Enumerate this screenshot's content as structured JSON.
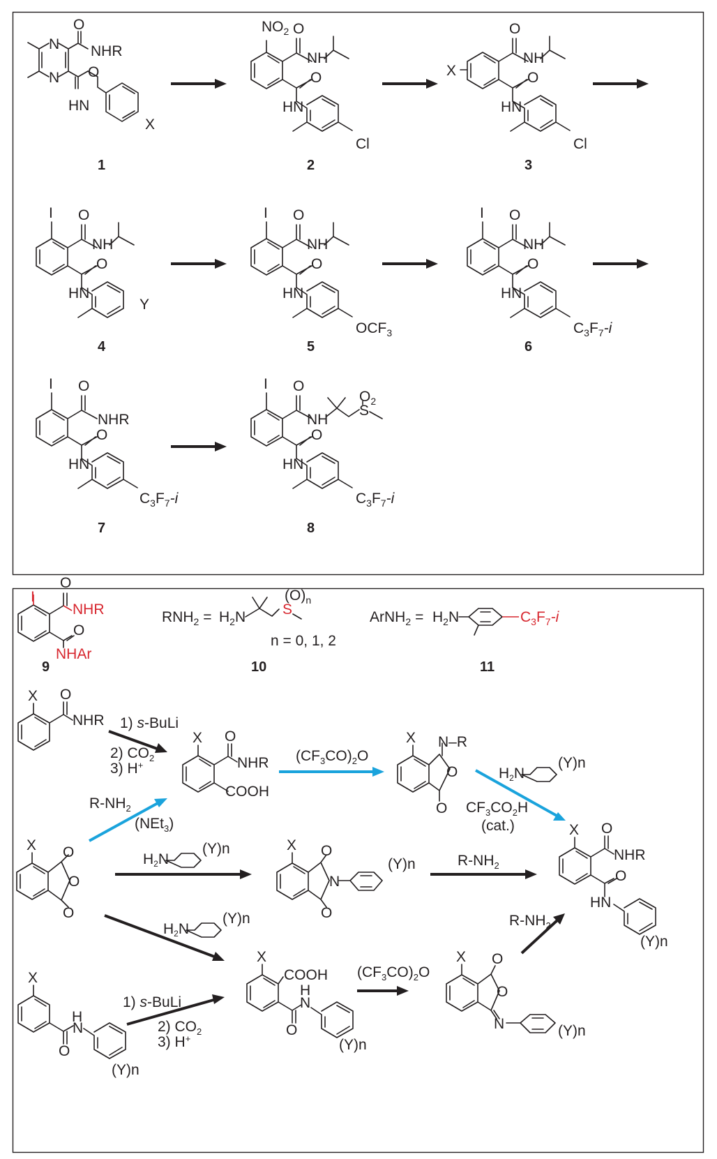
{
  "panel1": {
    "compounds": [
      {
        "num": "1",
        "labels": {
          "a": "O",
          "b": "NHR",
          "c": "N",
          "d": "N",
          "e": "O",
          "f": "HN",
          "g": "X"
        }
      },
      {
        "num": "2",
        "labels": {
          "a": "NO",
          "a2": "2",
          "b": "O",
          "c": "NH",
          "d": "O",
          "e": "HN",
          "f": "Cl"
        }
      },
      {
        "num": "3",
        "labels": {
          "a": "O",
          "b": "NH",
          "c": "X",
          "d": "O",
          "e": "HN",
          "f": "Cl"
        }
      },
      {
        "num": "4",
        "labels": {
          "a": "I",
          "b": "O",
          "c": "NH",
          "d": "O",
          "e": "HN",
          "f": "Y"
        }
      },
      {
        "num": "5",
        "labels": {
          "a": "I",
          "b": "O",
          "c": "NH",
          "d": "O",
          "e": "HN",
          "f": "OCF",
          "f2": "3"
        }
      },
      {
        "num": "6",
        "labels": {
          "a": "I",
          "b": "O",
          "c": "NH",
          "d": "O",
          "e": "HN",
          "f": "C",
          "f2": "3",
          "f3": "F",
          "f4": "7",
          "f5": "-i"
        }
      },
      {
        "num": "7",
        "labels": {
          "a": "I",
          "b": "O",
          "c": "NHR",
          "d": "O",
          "e": "HN",
          "f": "C",
          "f2": "3",
          "f3": "F",
          "f4": "7",
          "f5": "-i"
        }
      },
      {
        "num": "8",
        "labels": {
          "a": "I",
          "b": "O",
          "c": "NH",
          "d": "O",
          "e": "HN",
          "f": "C",
          "f2": "3",
          "f3": "F",
          "f4": "7",
          "f5": "-i",
          "g": "O",
          "g2": "2",
          "h": "S"
        }
      }
    ]
  },
  "panel2": {
    "top": {
      "c9": {
        "num": "9",
        "i": "I",
        "o1": "O",
        "nhr": "NHR",
        "o2": "O",
        "nhar": "NHAr"
      },
      "c10": {
        "num": "10",
        "lhs": "RNH",
        "lhs2": "2",
        "eq": "=",
        "h2n": "H",
        "h2n2": "2",
        "h2n3": "N",
        "s": "S",
        "on": "(O)",
        "on2": "n",
        "nvals": "n = 0, 1, 2"
      },
      "c11": {
        "num": "11",
        "lhs": "ArNH",
        "lhs2": "2",
        "eq": "=",
        "h2n": "H",
        "h2n2": "2",
        "h2n3": "N",
        "c3f7": "C",
        "c3f7b": "3",
        "c3f7c": "F",
        "c3f7d": "7",
        "c3f7e": "-i"
      }
    },
    "reagents": {
      "sbuli_1": "1) ",
      "sbuli_2": "s",
      "sbuli_3": "-BuLi",
      "co2": "2) CO",
      "co2_sub": "2",
      "hplus": "3) H",
      "hplus_sup": "+",
      "tfaa": "(CF",
      "tfaa_sub": "3",
      "tfaa_mid": "CO)",
      "tfaa_sub2": "2",
      "tfaa_end": "O",
      "rnh2": "R-NH",
      "rnh2_sub": "2",
      "net3": "(NEt",
      "net3_sub": "3",
      "net3_end": ")",
      "tfa": "CF",
      "tfa_sub": "3",
      "tfa_mid": "CO",
      "tfa_sub2": "2",
      "tfa_end": "H",
      "cat": "(cat.)",
      "h2n_a": "H",
      "h2n_b": "2",
      "h2n_c": "N",
      "yn": "(Y)n"
    },
    "atoms": {
      "X": "X",
      "O": "O",
      "NHR": "NHR",
      "COOH": "COOH",
      "NR": "N–R",
      "N": "N",
      "HN": "HN",
      "H": "H",
      "NH": "NH"
    }
  }
}
